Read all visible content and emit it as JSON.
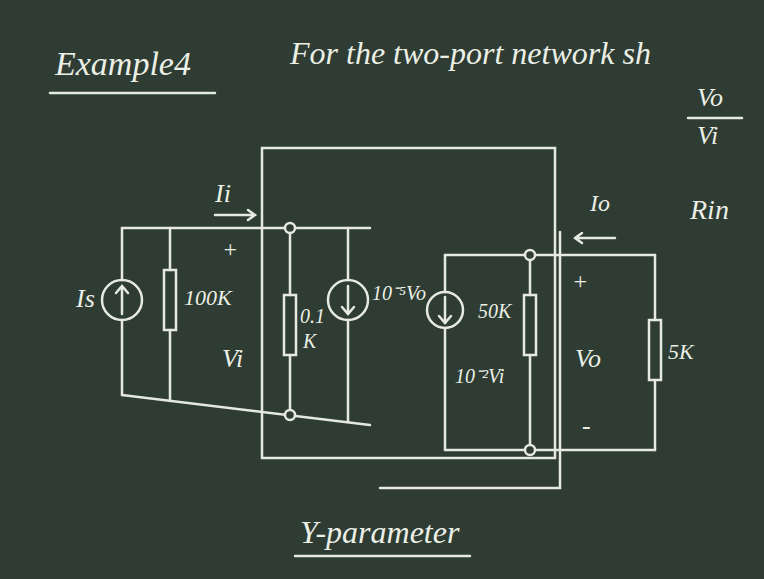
{
  "diagram": {
    "title": "Example4",
    "caption": "Y-parameter",
    "labels": [
      "For the two-port network sh",
      "Vo",
      "Vi",
      "Rin",
      "Ii",
      "+",
      "Is",
      "100K",
      "Vi",
      "0.1",
      "K",
      "10⁻⁵Vo",
      "Io",
      "10⁻²Vi",
      "50K",
      "+",
      "Vo",
      "-",
      "5K"
    ]
  }
}
